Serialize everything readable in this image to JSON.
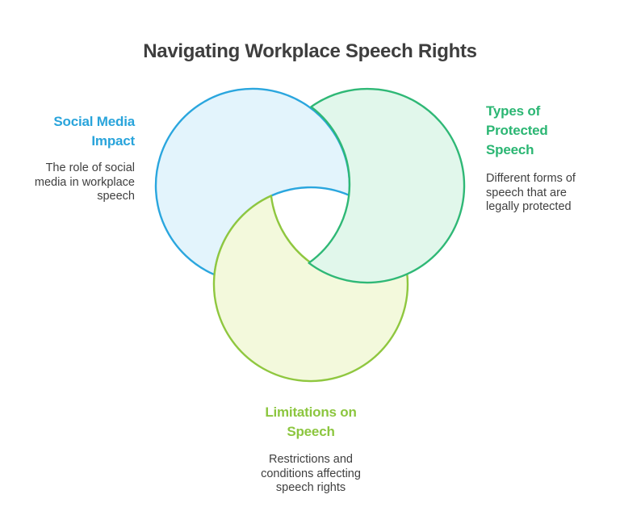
{
  "title": {
    "text": "Navigating Workplace Speech Rights",
    "color": "#3E3E3E"
  },
  "venn": {
    "social_media": {
      "label": "Social Media\nImpact",
      "description": "The role of social\nmedia in workplace\nspeech",
      "label_color": "#29A4DB",
      "fill_color": "#E3F4FC",
      "stroke_color": "#2AA6DE"
    },
    "protected_speech": {
      "label": "Types of\nProtected\nSpeech",
      "description": "Different forms of\nspeech that are\nlegally protected",
      "label_color": "#2BB673",
      "fill_color": "#E1F7EB",
      "stroke_color": "#2FB876"
    },
    "limitations": {
      "label": "Limitations on\nSpeech",
      "description": "Restrictions and\nconditions affecting\nspeech rights",
      "label_color": "#8CC63F",
      "fill_color": "#F3F9DC",
      "stroke_color": "#8FC73F"
    }
  }
}
